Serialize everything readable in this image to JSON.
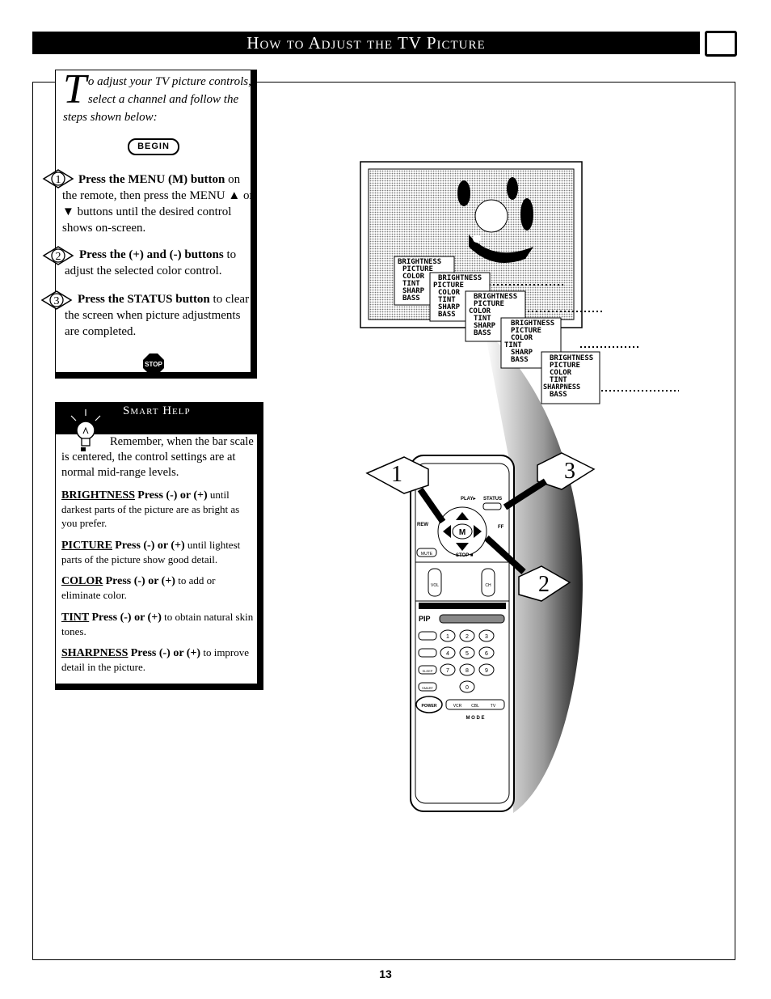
{
  "header": {
    "title": "How to Adjust the TV Picture"
  },
  "intro": {
    "dropcap": "T",
    "text": "o adjust your TV picture controls, select a channel and follow the steps shown below:"
  },
  "begin_label": "BEGIN",
  "steps": [
    {
      "number": "1",
      "bold": "Press the MENU (M) button",
      "rest": " on the remote, then press the MENU ▲ or ▼ buttons until the desired control shows on-screen."
    },
    {
      "number": "2",
      "bold": "Press the (+) and (-) buttons",
      "rest": " to adjust the selected color control."
    },
    {
      "number": "3",
      "bold": "Press the STATUS button",
      "rest": " to clear the screen when picture adjustments are completed."
    }
  ],
  "stop_label": "STOP",
  "smart_help": {
    "title": "Smart Help",
    "intro": "Remember, when the bar scale is centered, the control settings are at normal mid-range levels.",
    "tips": [
      {
        "term": "BRIGHTNESS",
        "action": "Press (-) or (+)",
        "rest": " until darkest parts of the picture are as bright as you prefer."
      },
      {
        "term": "PICTURE",
        "action": "Press (-) or (+)",
        "rest": " until lightest parts of the picture show good detail."
      },
      {
        "term": "COLOR",
        "action": "Press (-) or (+)",
        "rest": " to add or eliminate color."
      },
      {
        "term": "TINT",
        "action": "Press (-) or (+)",
        "rest": " to obtain natural skin tones."
      },
      {
        "term": "SHARPNESS",
        "action": "Press (-) or (+)",
        "rest": " to improve detail in the picture."
      }
    ]
  },
  "tv_menus": [
    [
      "BRIGHTNESS",
      "PICTURE",
      "COLOR",
      "TINT",
      "SHARP",
      "BASS"
    ],
    [
      "BRIGHTNESS",
      "PICTURE",
      "COLOR",
      "TINT",
      "SHARP",
      "BASS"
    ],
    [
      "BRIGHTNESS",
      "PICTURE",
      "COLOR",
      "TINT",
      "SHARP",
      "BASS"
    ],
    [
      "BRIGHTNESS",
      "PICTURE",
      "COLOR",
      "TINT",
      "SHARP",
      "BASS"
    ],
    [
      "BRIGHTNESS",
      "PICTURE",
      "COLOR",
      "TINT",
      "SHARPNESS",
      "BASS"
    ]
  ],
  "remote": {
    "arrow_labels": [
      "1",
      "2",
      "3"
    ],
    "labels": {
      "play": "PLAY▸",
      "status": "STATUS",
      "rew": "REW",
      "ff": "FF",
      "mute": "MUTE",
      "stop": "STOP ■",
      "vol": "VOL",
      "ch": "CH",
      "pip": "PIP",
      "menu": "M",
      "power": "POWER",
      "mode": "M O D E",
      "smart": "SMART",
      "sleep": "SLEEP",
      "vcr": "VCR",
      "cbl": "CBL",
      "tv": "TV"
    },
    "keys": [
      "1",
      "2",
      "3",
      "4",
      "5",
      "6",
      "7",
      "8",
      "9",
      "0"
    ]
  },
  "page_number": "13"
}
